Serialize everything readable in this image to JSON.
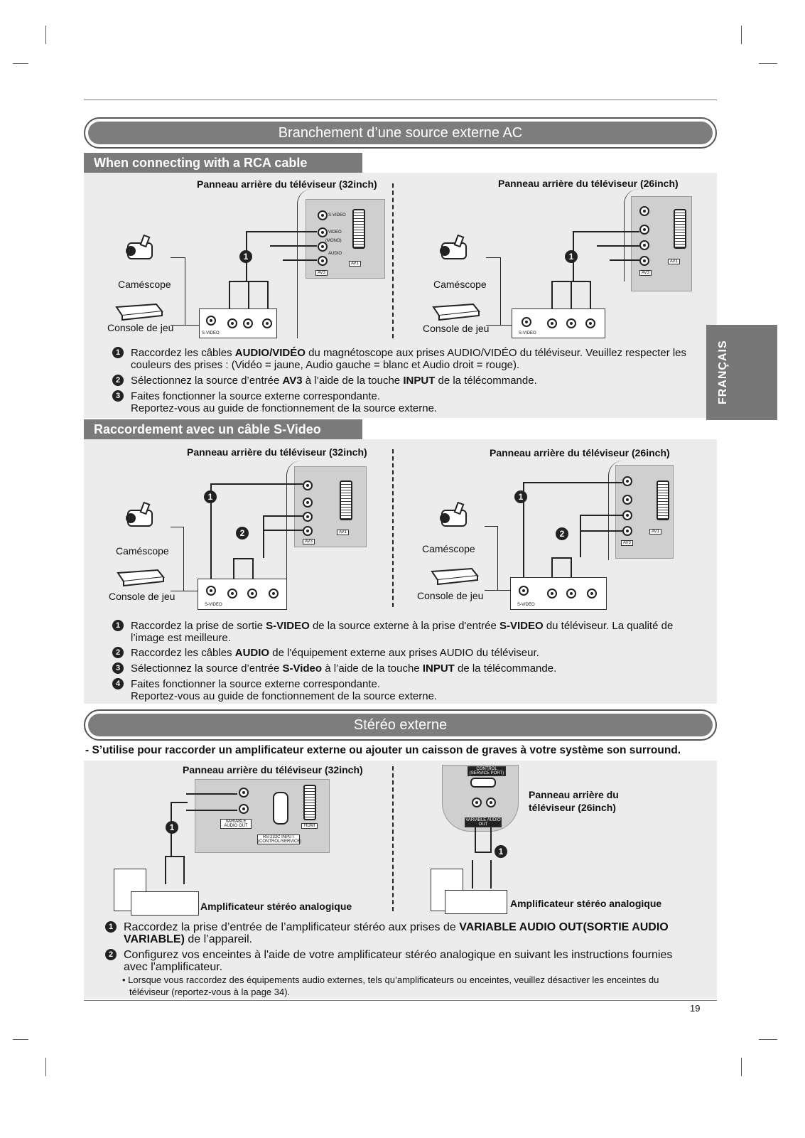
{
  "section1": {
    "banner": "Branchement d’une source externe AC",
    "tab_rca": "When connecting with a RCA cable",
    "panel_left_title": "Panneau arrière du téléviseur (32inch)",
    "panel_right_title": "Panneau arrière du téléviseur (26inch)",
    "camescope": "Caméscope",
    "console": "Console de jeu",
    "svideo": "S-VIDEO",
    "video": "VIDEO",
    "mono": "(MONO)",
    "audio": "AUDIO",
    "av3": "AV3",
    "av1": "AV1",
    "callout_1": "1",
    "steps": [
      {
        "n": "1",
        "pre": "Raccordez les câbles ",
        "bold": "AUDIO/VIDÉO",
        "post": " du magnétoscope aux prises AUDIO/VIDÉO du téléviseur. Veuillez respecter les couleurs des prises : (Vidéo = jaune, Audio gauche = blanc et Audio droit = rouge)."
      },
      {
        "n": "2",
        "pre": "Sélectionnez la source d’entrée ",
        "bold": "AV3",
        "mid": " à l’aide de la touche ",
        "bold2": "INPUT",
        "post": " de la télécommande."
      },
      {
        "n": "3",
        "line1": "Faites fonctionner la source externe correspondante.",
        "line2": "Reportez-vous au guide de fonctionnement de la source externe."
      }
    ]
  },
  "section2": {
    "tab_svideo": "Raccordement avec un câble S-Video",
    "panel_left_title": "Panneau arrière du téléviseur (32inch)",
    "panel_right_title": "Panneau arrière du téléviseur (26inch)",
    "camescope": "Caméscope",
    "console": "Console de jeu",
    "svideo": "S-VIDEO",
    "callout_1": "1",
    "callout_2": "2",
    "steps": [
      {
        "n": "1",
        "pre": "Raccordez la prise de sortie ",
        "bold": "S-VIDEO",
        "mid": " de la source externe à la prise d'entrée ",
        "bold2": "S-VIDEO",
        "post": " du téléviseur. La qualité de l’image est meilleure."
      },
      {
        "n": "2",
        "pre": "Raccordez les câbles ",
        "bold": "AUDIO",
        "post": " de l'équipement externe aux prises AUDIO du téléviseur."
      },
      {
        "n": "3",
        "pre": "Sélectionnez la source d’entrée ",
        "bold": "S-Video",
        "mid": " à l’aide de la touche ",
        "bold2": "INPUT",
        "post": " de la télécommande."
      },
      {
        "n": "4",
        "line1": "Faites fonctionner la source externe correspondante.",
        "line2": "Reportez-vous au guide de fonctionnement de la source externe."
      }
    ]
  },
  "section3": {
    "banner": "Stéréo externe",
    "intro": "- S’utilise pour raccorder un amplificateur externe ou ajouter un caisson de graves à votre système son surround.",
    "panel_left_title": "Panneau arrière du téléviseur (32inch)",
    "panel_right_title_l1": "Panneau arrière du",
    "panel_right_title_l2": "téléviseur (26inch)",
    "amp_label": "Amplificateur stéréo analogique",
    "variable_audio_out": "VARIABLE AUDIO OUT",
    "rs232": "RS-232C INPUT (CONTROL/SERVICE)",
    "hdmi": "HDMI",
    "control_service": "CONTROL (SERVICE PORT)",
    "callout_1": "1",
    "steps": [
      {
        "n": "1",
        "pre": "Raccordez la prise d’entrée de l’amplificateur stéréo aux prises de ",
        "bold": "VARIABLE AUDIO OUT(SORTIE AUDIO VARIABLE)",
        "post": " de l’appareil."
      },
      {
        "n": "2",
        "text": "Configurez vos enceintes à l'aide de votre amplificateur stéréo analogique en suivant les instructions fournies avec l'amplificateur."
      }
    ],
    "bullet": "• Lorsque vous raccordez des équipements audio externes, tels qu’amplificateurs ou enceintes, veuillez désactiver les enceintes du téléviseur (reportez-vous à la page 34)."
  },
  "sidebar_label": "FRANÇAIS",
  "page_number": "19"
}
